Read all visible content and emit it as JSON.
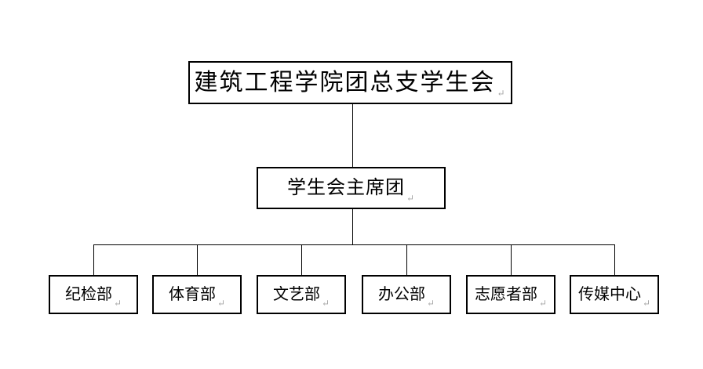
{
  "org_chart": {
    "root": {
      "label": "建筑工程学院团总支学生会"
    },
    "presidium": {
      "label": "学生会主席团"
    },
    "departments": [
      {
        "label": "纪检部"
      },
      {
        "label": "体育部"
      },
      {
        "label": "文艺部"
      },
      {
        "label": "办公部"
      },
      {
        "label": "志愿者部"
      },
      {
        "label": "传媒中心"
      }
    ],
    "paragraph_mark": "↵"
  },
  "colors": {
    "background": "#ffffff",
    "line": "#000000",
    "box_border": "#000000",
    "text": "#000000",
    "paragraph_mark": "#a6a6a6"
  }
}
